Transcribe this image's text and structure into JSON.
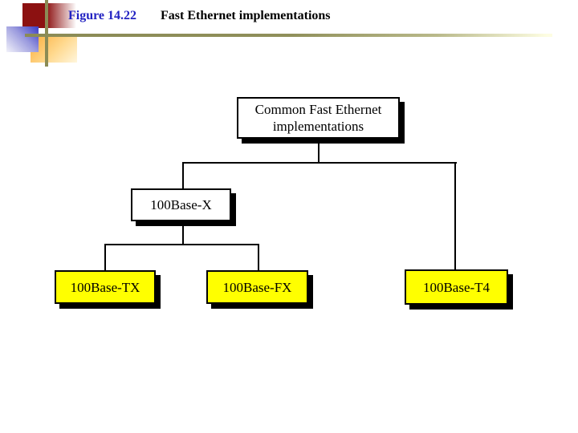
{
  "header": {
    "figure_label": "Figure 14.22",
    "title": "Fast Ethernet implementations"
  },
  "diagram": {
    "root": {
      "line1": "Common Fast Ethernet",
      "line2": "implementations"
    },
    "branch": {
      "label": "100Base-X"
    },
    "leaves": [
      {
        "label": "100Base-TX"
      },
      {
        "label": "100Base-FX"
      },
      {
        "label": "100Base-T4"
      }
    ]
  },
  "colors": {
    "figure_label": "#2222C2",
    "title_text": "#000000",
    "node_fill": "#FFFFFF",
    "leaf_fill": "#FFFF00",
    "node_border": "#000000",
    "connector": "#000000",
    "accent_rule": "#8B8B55",
    "decor_dark_red": "#8C1111",
    "decor_blue": "#3B3BC4",
    "decor_orange": "#FBAE3C"
  }
}
